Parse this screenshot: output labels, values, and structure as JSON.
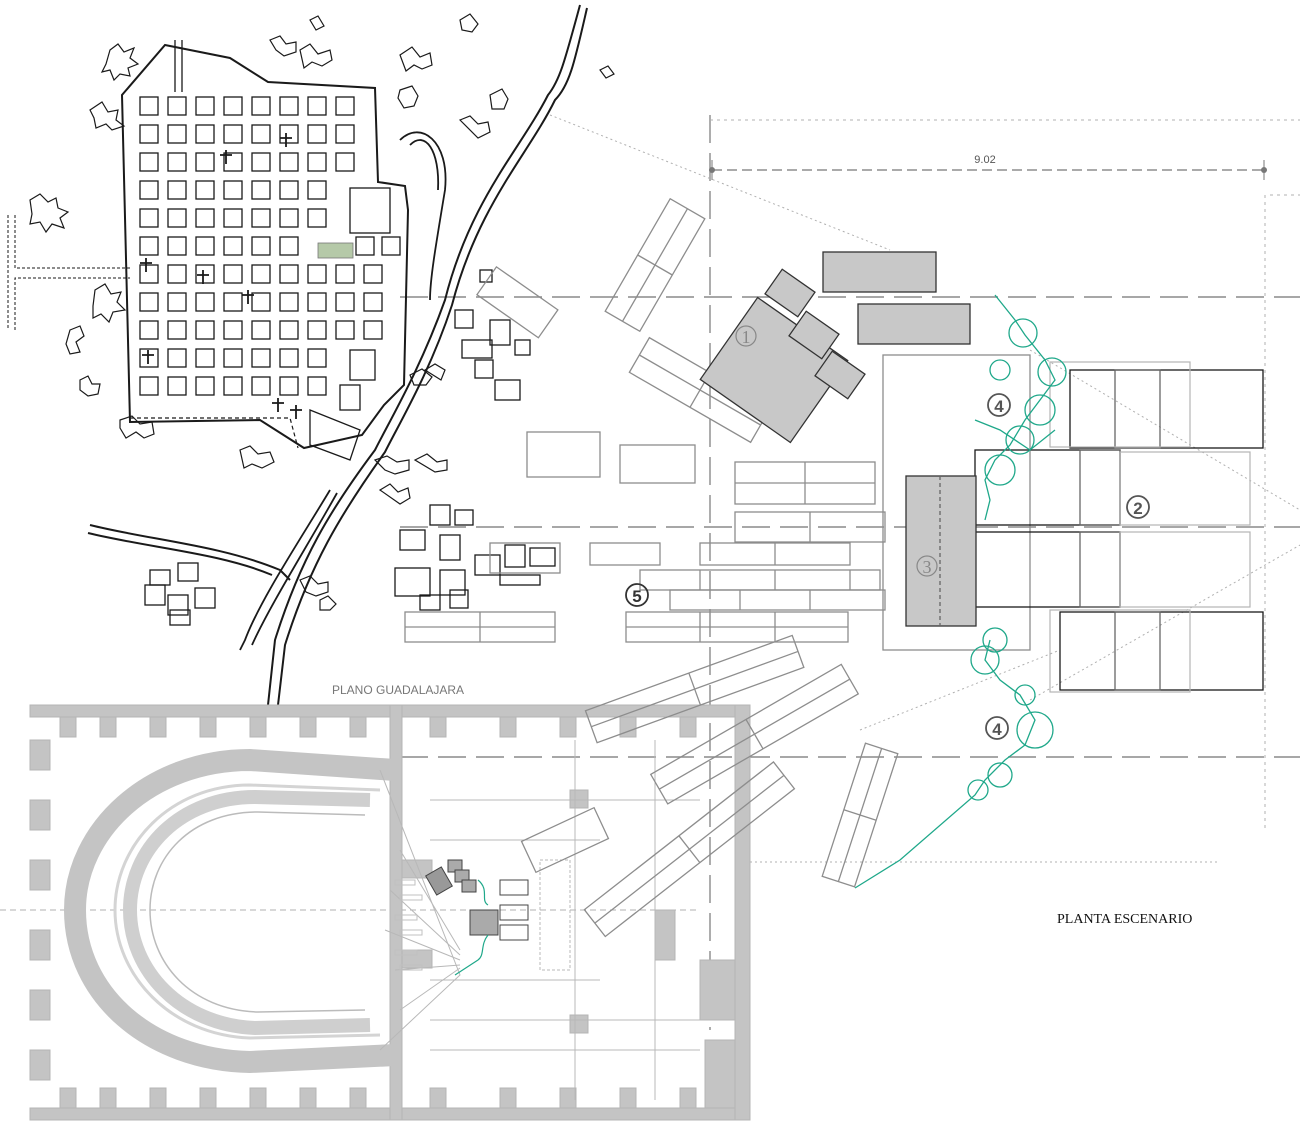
{
  "labels": {
    "dimension": "9.02",
    "plano": "PLANO GUADALAJARA",
    "planta": "PLANTA ESCENARIO"
  },
  "markers": {
    "m1": "1",
    "m2": "2",
    "m3": "3",
    "m4a": "4",
    "m4b": "4",
    "m5": "5"
  },
  "colors": {
    "ink": "#1a1a1a",
    "grey_fill": "#c8c8c8",
    "wall_grey": "#bdbdbd",
    "light_line": "#a8a8a8",
    "accent_green": "#1fa88a"
  }
}
